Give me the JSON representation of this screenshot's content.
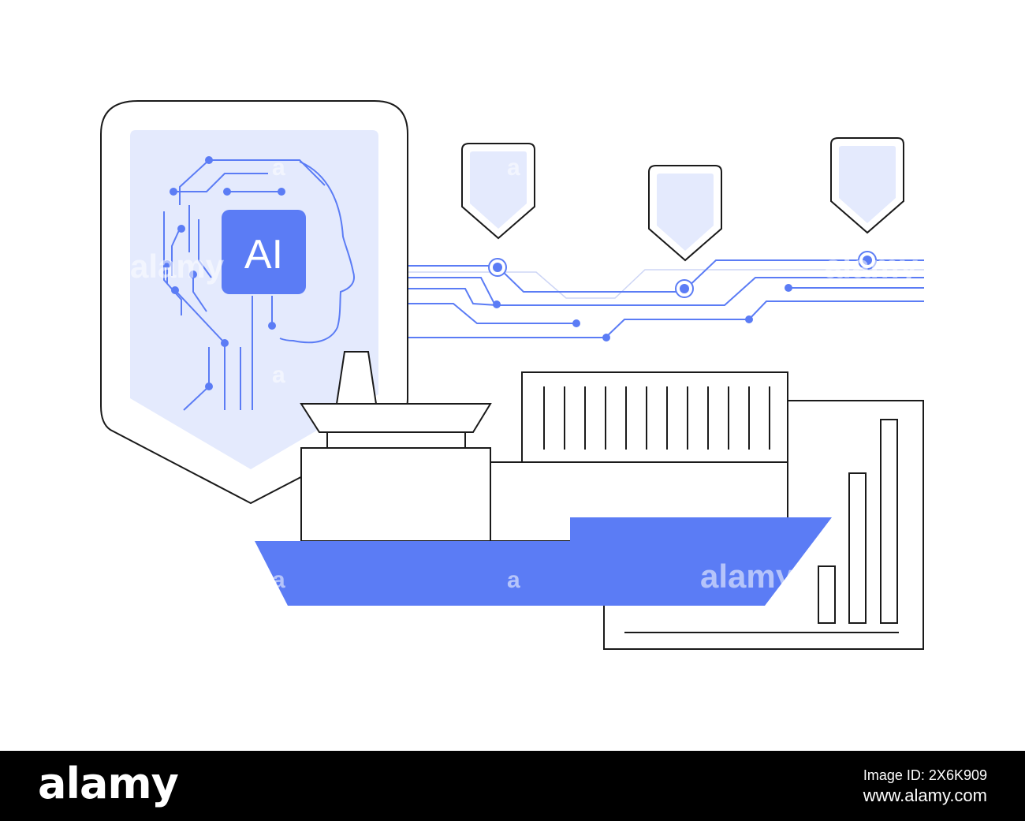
{
  "illustration": {
    "chip_label": "AI",
    "colors": {
      "accent": "#5b7cf5",
      "accent_light": "#e4eafd",
      "line": "#1a1a1a"
    }
  },
  "watermark": {
    "text": "alamy",
    "small": "a"
  },
  "footer": {
    "brand": "alamy",
    "image_id": "Image ID: 2X6K909",
    "url": "www.alamy.com"
  }
}
